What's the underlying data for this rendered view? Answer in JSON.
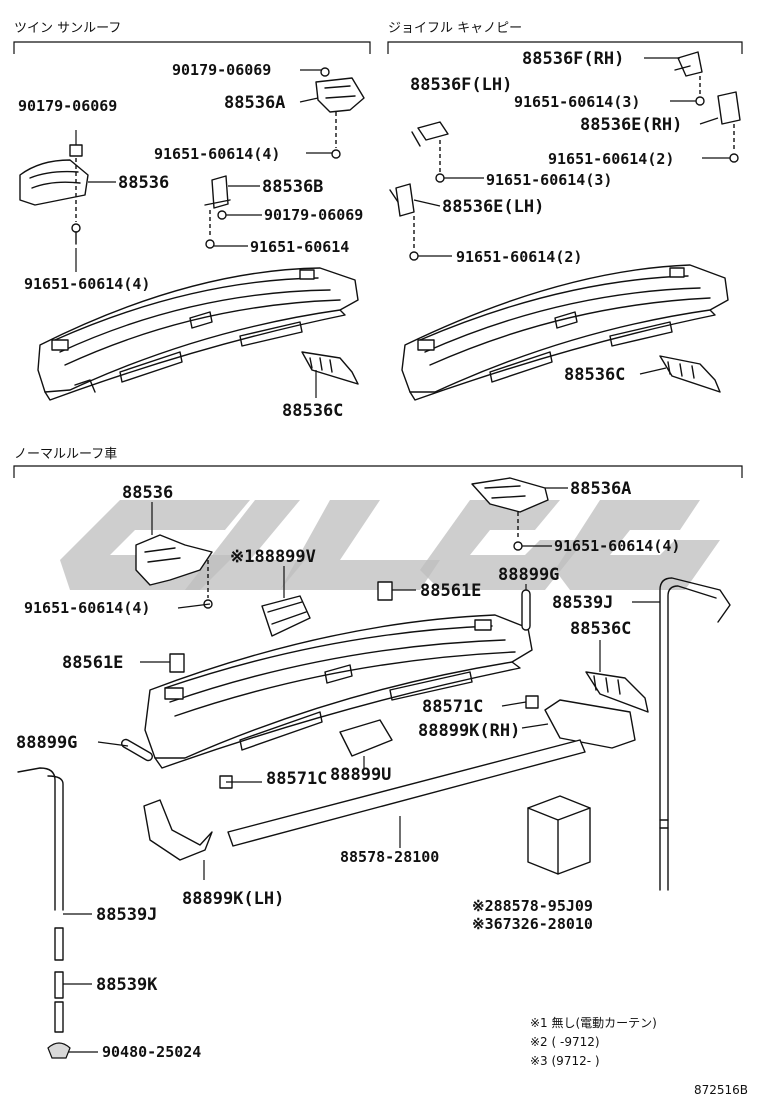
{
  "sections": {
    "twin_sunroof": "ツイン サンルーフ",
    "joyful_canopy": "ジョイフル キャノピー",
    "normal_roof": "ノーマルルーフ車"
  },
  "labels": {
    "ts_90179_top": "90179-06069",
    "ts_88536A": "88536A",
    "ts_90179_left": "90179-06069",
    "ts_91651_4a": "91651-60614(4)",
    "ts_88536": "88536",
    "ts_88536B": "88536B",
    "ts_90179_mid": "90179-06069",
    "ts_91651": "91651-60614",
    "ts_91651_4b": "91651-60614(4)",
    "ts_88536C": "88536C",
    "jc_88536F_RH": "88536F(RH)",
    "jc_88536F_LH": "88536F(LH)",
    "jc_91651_3a": "91651-60614(3)",
    "jc_88536E_RH": "88536E(RH)",
    "jc_91651_2a": "91651-60614(2)",
    "jc_91651_3b": "91651-60614(3)",
    "jc_88536E_LH": "88536E(LH)",
    "jc_91651_2b": "91651-60614(2)",
    "jc_88536C": "88536C",
    "nr_88536": "88536",
    "nr_88536A": "88536A",
    "nr_91651_4a": "91651-60614(4)",
    "nr_88899V": "※188899V",
    "nr_88561E_a": "88561E",
    "nr_88899G_a": "88899G",
    "nr_91651_4b": "91651-60614(4)",
    "nr_88539J_a": "88539J",
    "nr_88561E_b": "88561E",
    "nr_88536C": "88536C",
    "nr_88571C_a": "88571C",
    "nr_88899K_RH": "88899K(RH)",
    "nr_88899G_b": "88899G",
    "nr_88571C_b": "88571C",
    "nr_88899U": "88899U",
    "nr_88578_28100": "88578-28100",
    "nr_88899K_LH": "88899K(LH)",
    "nr_88578_95J09": "※288578-95J09",
    "nr_67326": "※367326-28010",
    "nr_88539J_b": "88539J",
    "nr_88539K": "88539K",
    "nr_90480": "90480-25024"
  },
  "notes": {
    "n1": "※1 無し(電動カーテン)",
    "n2": "※2 (      -9712)",
    "n3": "※3 (9712-      )"
  },
  "diagram_id": "872516B"
}
